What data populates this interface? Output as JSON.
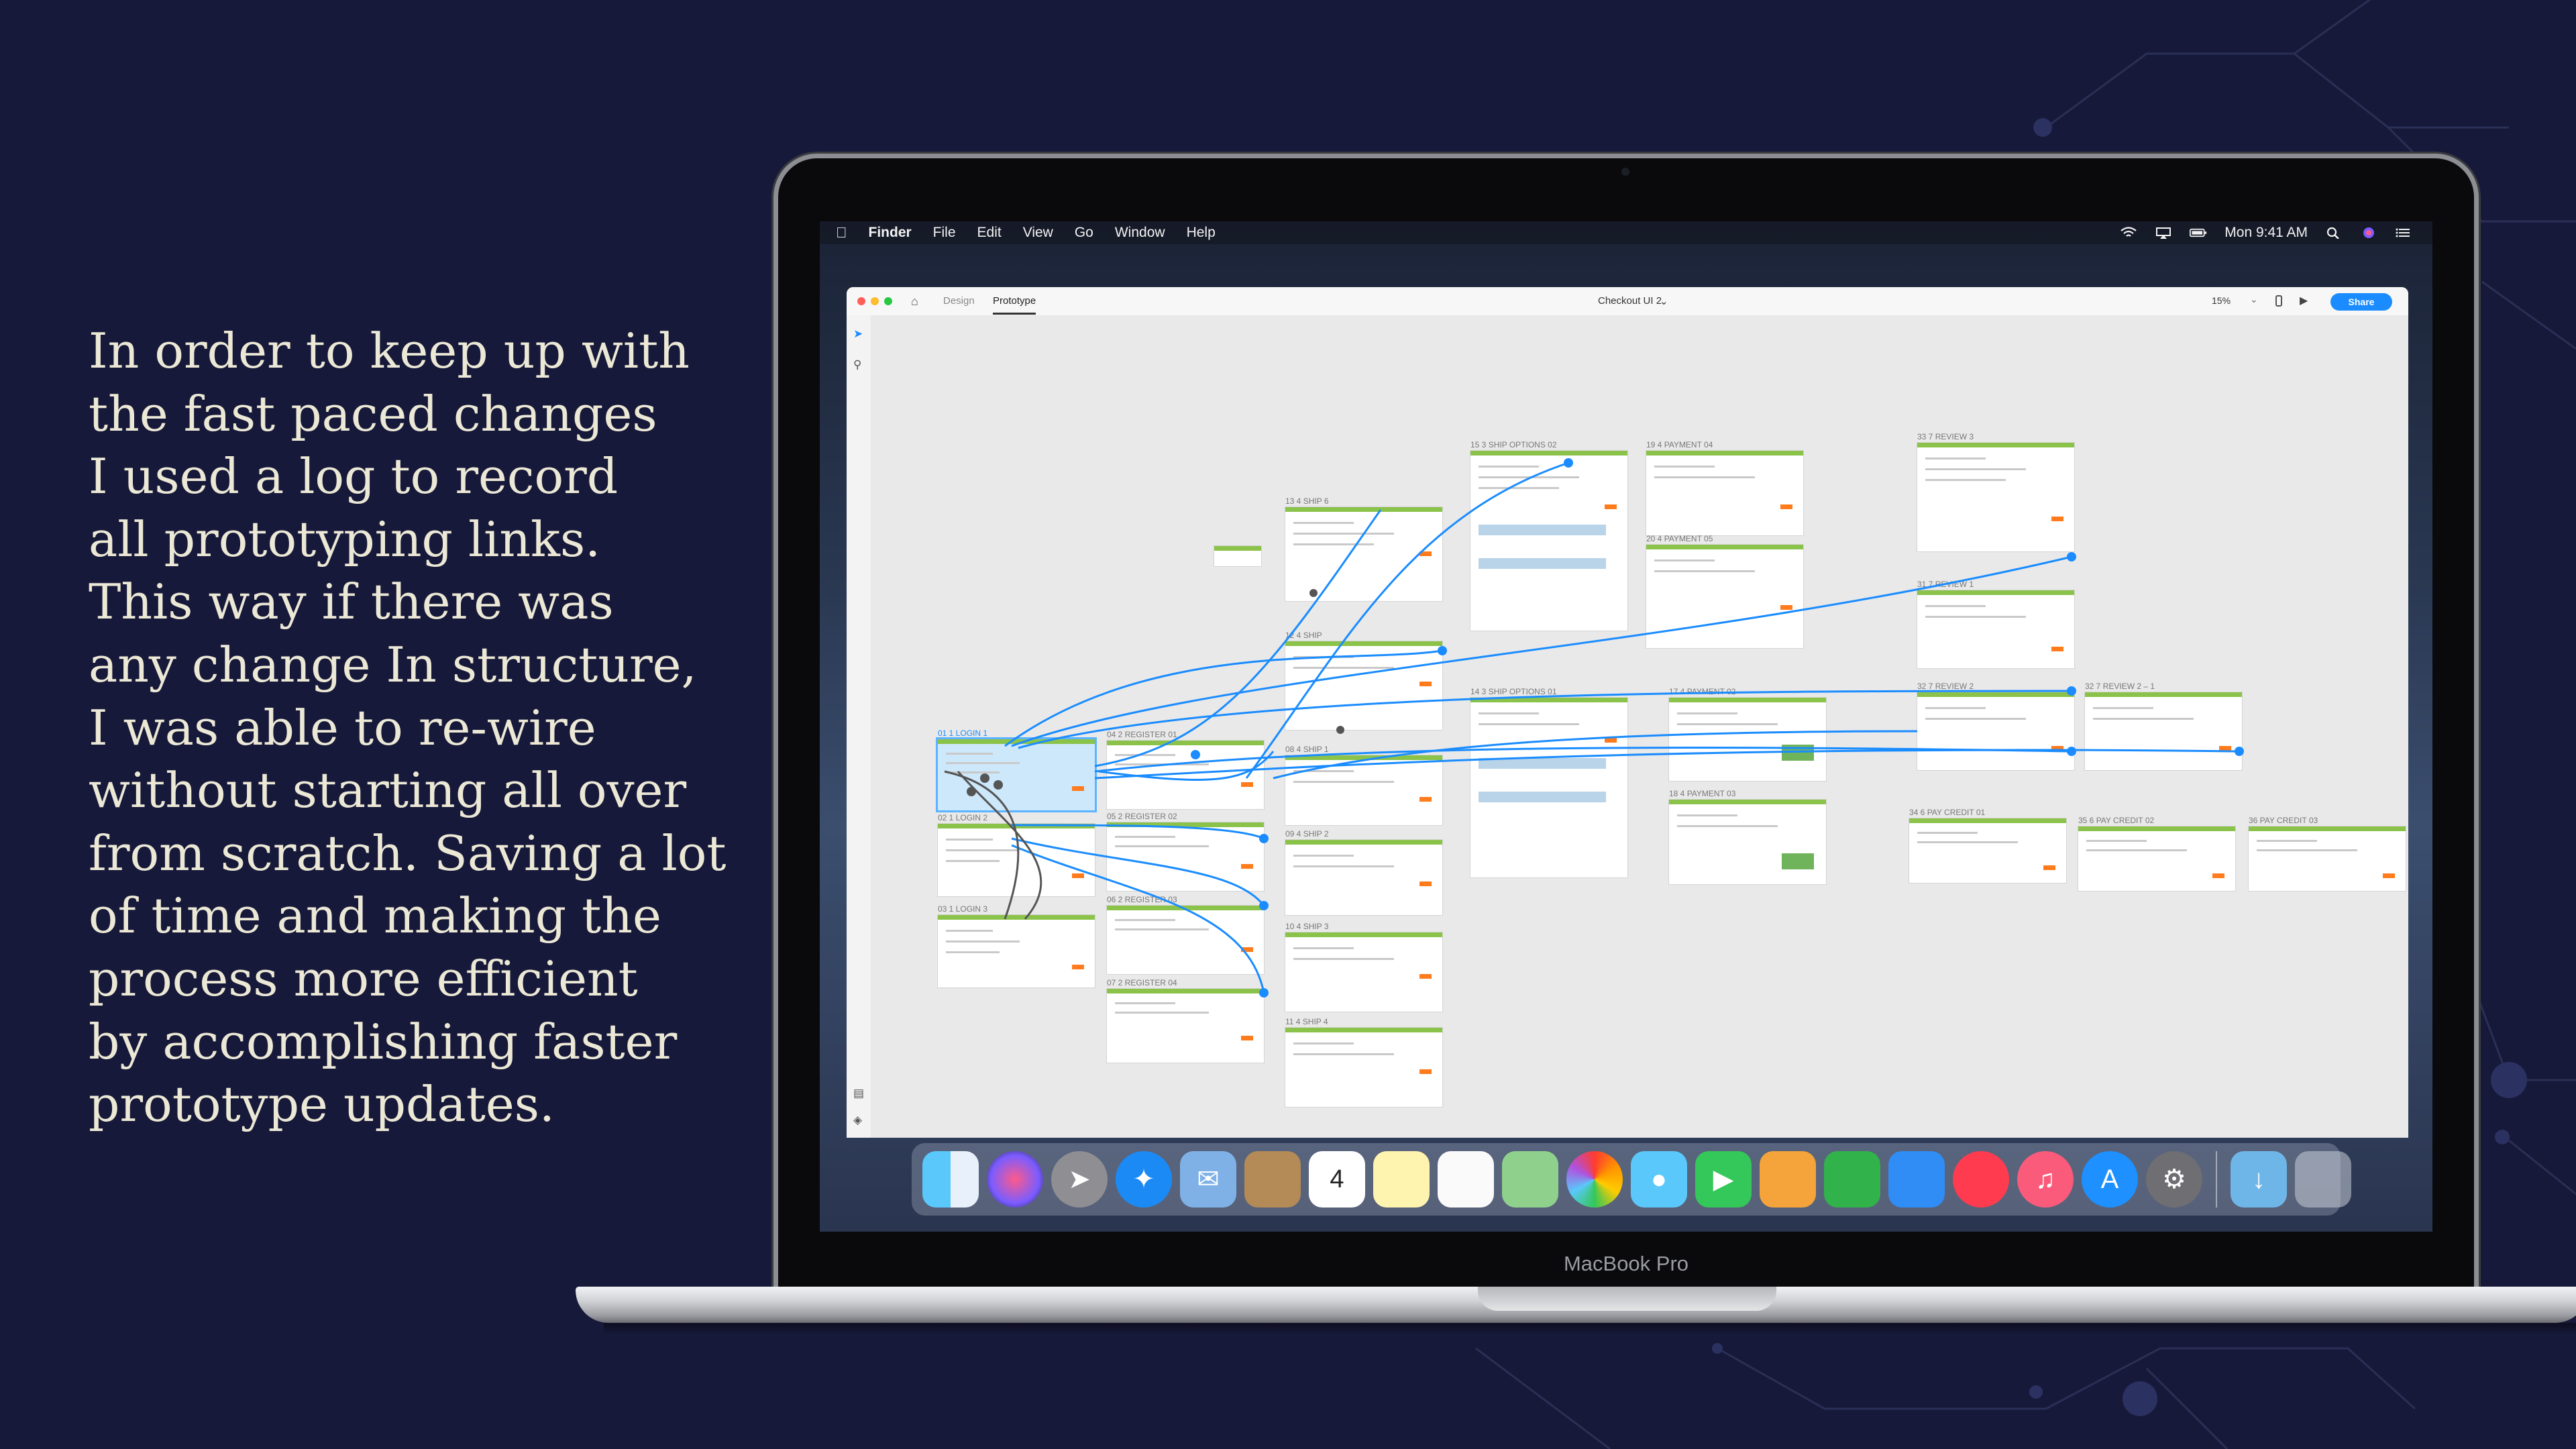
{
  "caption": [
    "In order to keep up with",
    "the fast paced changes",
    "I used a log to record",
    "all prototyping links.",
    "This way if there was",
    "any change In structure,",
    "I was able to re-wire",
    "without starting all over",
    "from scratch. Saving a lot",
    "of time and making the",
    "process more efficient",
    "by accomplishing faster",
    "prototype updates."
  ],
  "device": {
    "label": "MacBook Pro"
  },
  "menubar": {
    "apple_icon": "apple-icon",
    "app_name": "Finder",
    "items": [
      "File",
      "Edit",
      "View",
      "Go",
      "Window",
      "Help"
    ],
    "clock": "Mon 9:41 AM",
    "status_icons": [
      "wifi-icon",
      "airplay-icon",
      "battery-icon",
      "spotlight-icon",
      "siri-icon",
      "notification-center-icon"
    ]
  },
  "app": {
    "tabs": [
      "Design",
      "Prototype"
    ],
    "active_tab": "Prototype",
    "document_title": "Checkout UI 2",
    "zoom": "15%",
    "share_label": "Share",
    "accent": "#1a8cff"
  },
  "artboards": [
    "01 1 LOGIN 1",
    "02 1 LOGIN 2",
    "03 1 LOGIN 3",
    "04 2 REGISTER 01",
    "05 2 REGISTER 02",
    "06 2 REGISTER 03",
    "07 2 REGISTER 04",
    "13 4 SHIP 6",
    "12 4 SHIP",
    "08 4 SHIP 1",
    "09 4 SHIP 2",
    "10 4 SHIP 3",
    "11 4 SHIP 4",
    "15 3 SHIP OPTIONS 02",
    "14 3 SHIP OPTIONS 01",
    "19 4 PAYMENT 04",
    "20 4 PAYMENT 05",
    "17 4 PAYMENT 02",
    "18 4 PAYMENT 03",
    "33 7 REVIEW 3",
    "31 7 REVIEW 1",
    "32 7 REVIEW 2",
    "32 7 REVIEW 2 – 1",
    "34 6 PAY CREDIT 01",
    "35 6 PAY CREDIT 02",
    "36 PAY CREDIT 03"
  ],
  "colors": {
    "artboard_header": "#8bc34a",
    "cta": "#ff7b1c",
    "link": "#1a8cff",
    "background": "#17193a"
  },
  "dock": [
    "finder-icon",
    "siri-icon",
    "launchpad-icon",
    "safari-icon",
    "mail-icon",
    "contacts-icon",
    "calendar-icon",
    "notes-icon",
    "reminders-icon",
    "maps-icon",
    "photos-icon",
    "messages-icon",
    "facetime-icon",
    "pages-icon",
    "numbers-icon",
    "keynote-icon",
    "news-icon",
    "music-icon",
    "app-store-icon",
    "system-preferences-icon",
    "downloads-folder-icon",
    "trash-icon"
  ],
  "calendar_day": "4"
}
